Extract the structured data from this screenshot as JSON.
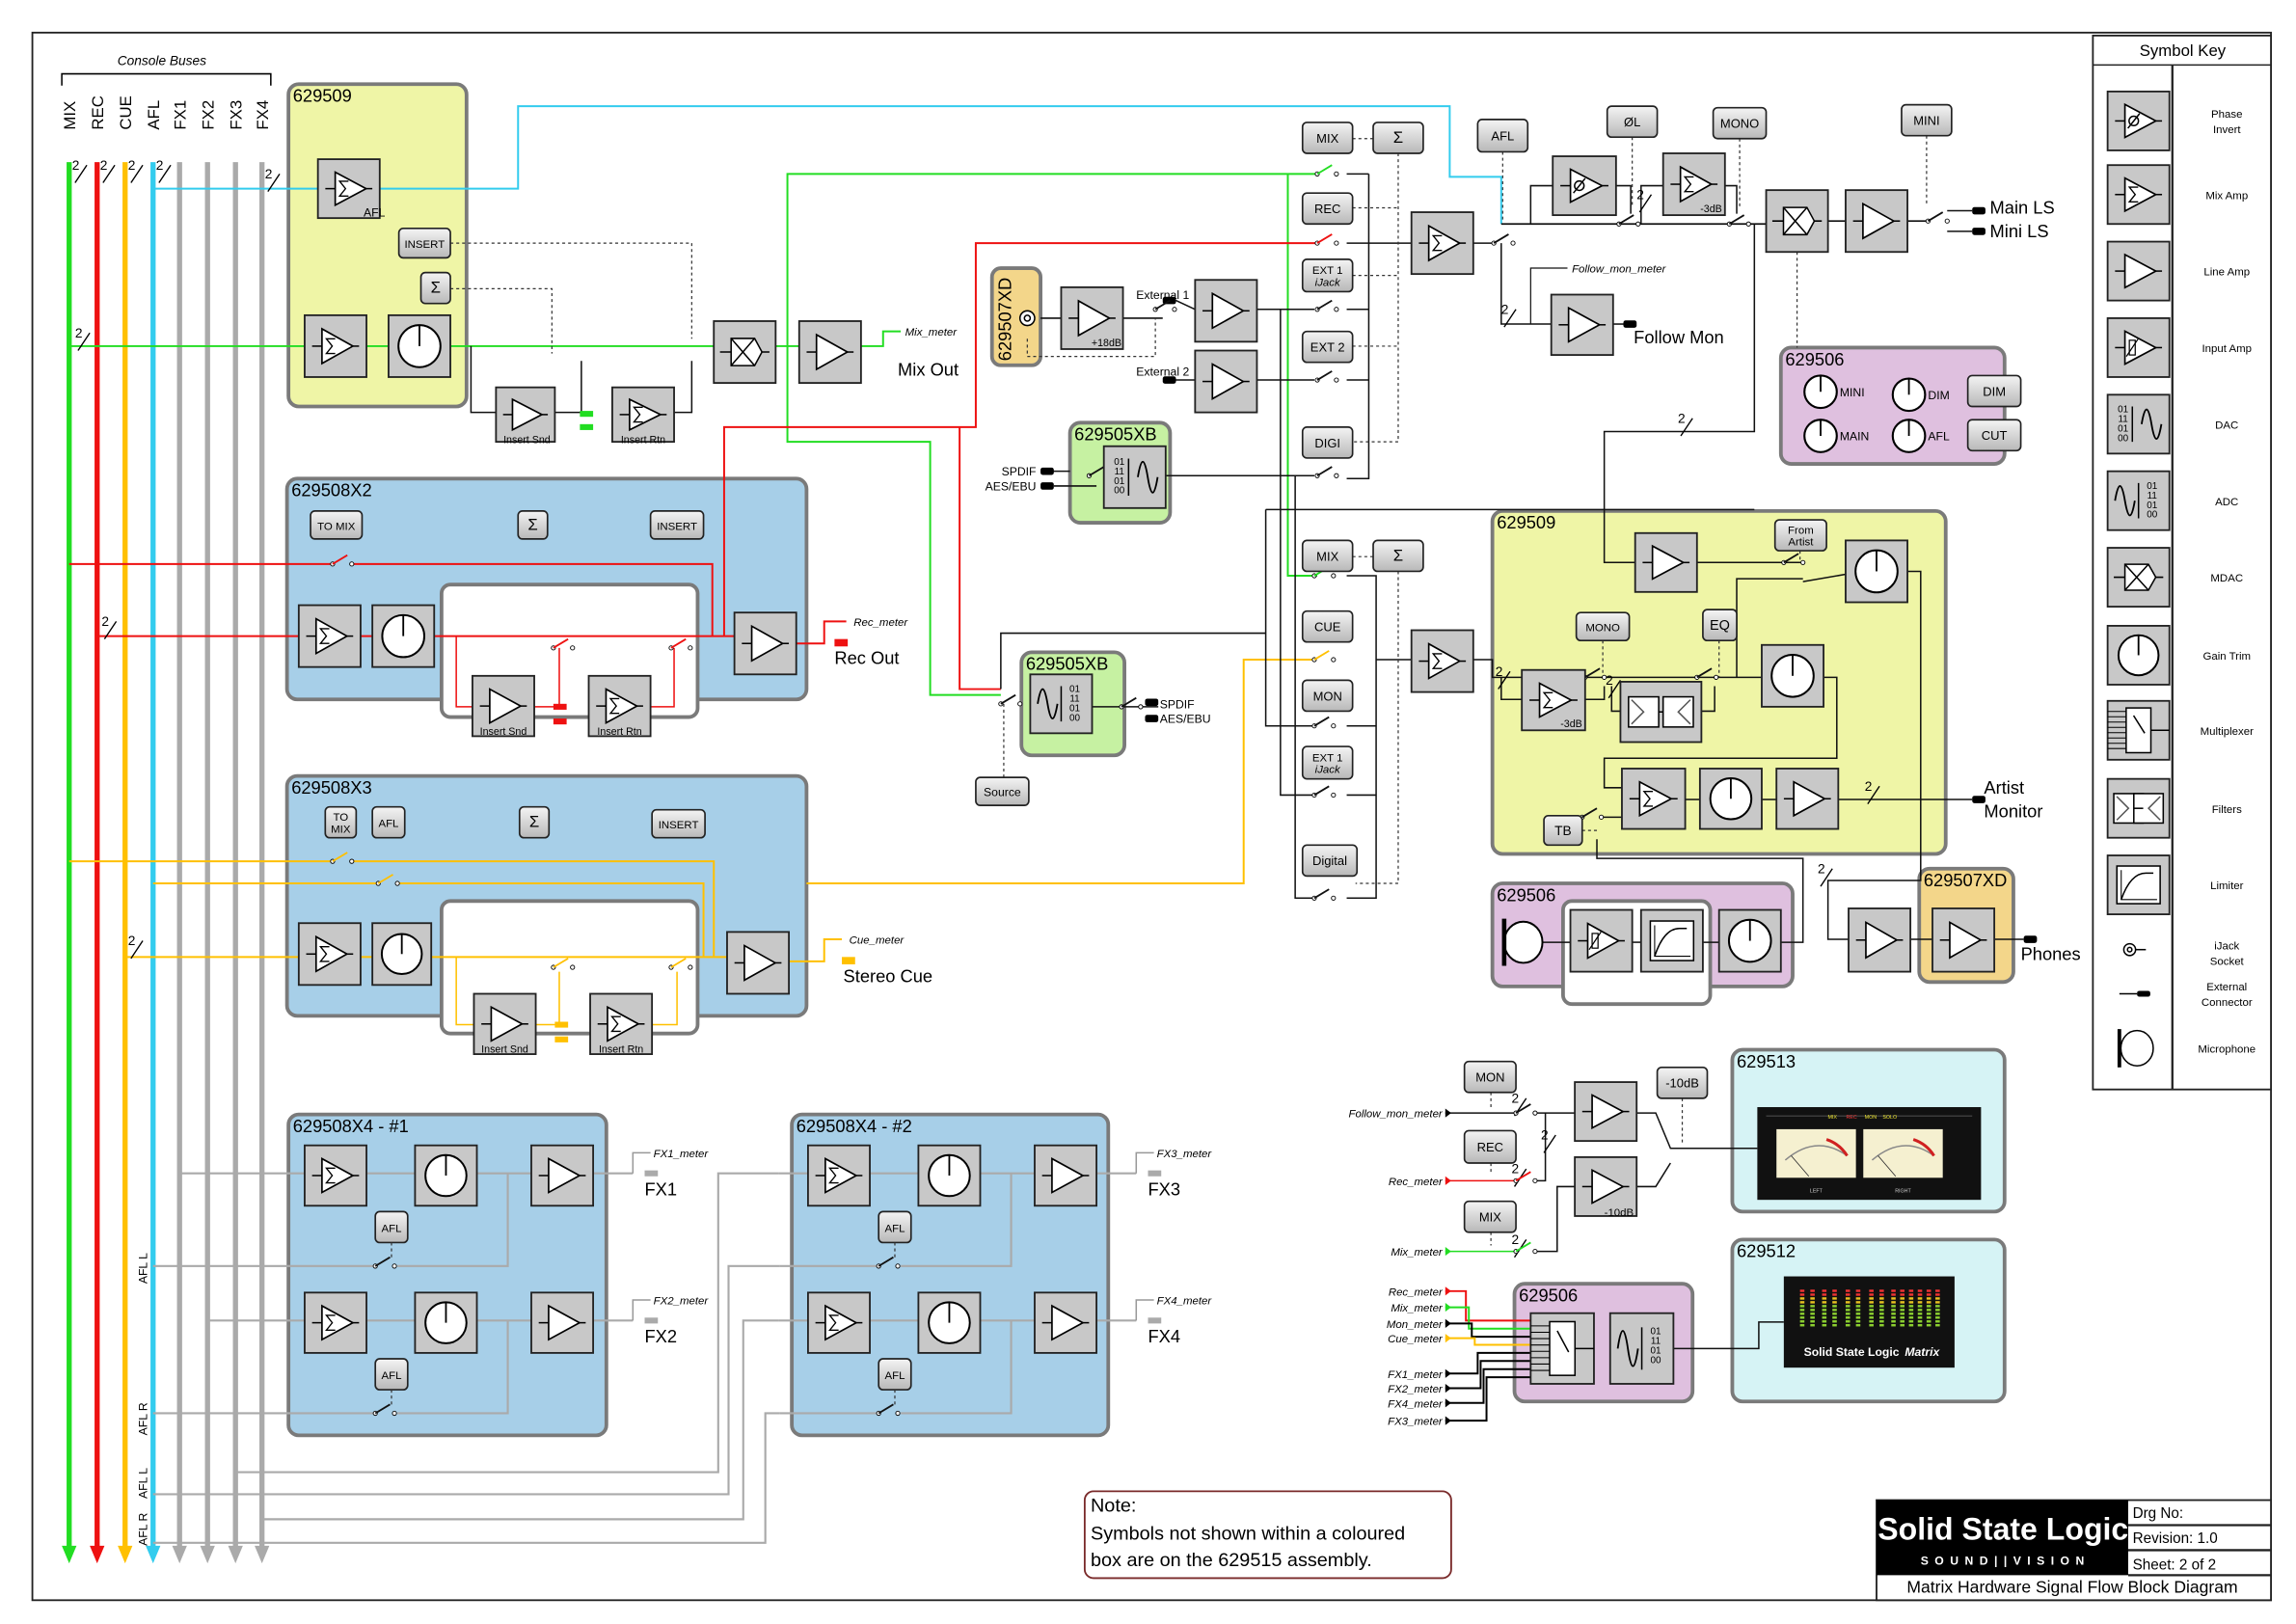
{
  "buses": {
    "heading": "Console Buses",
    "items": [
      {
        "label": "MIX",
        "color": "#22dd22"
      },
      {
        "label": "REC",
        "color": "#ee1111"
      },
      {
        "label": "CUE",
        "color": "#ffc000"
      },
      {
        "label": "AFL",
        "color": "#33ccee"
      },
      {
        "label": "FX1",
        "color": "#aaaaaa"
      },
      {
        "label": "FX2",
        "color": "#aaaaaa"
      },
      {
        "label": "FX3",
        "color": "#aaaaaa"
      },
      {
        "label": "FX4",
        "color": "#aaaaaa"
      }
    ],
    "afl_l": "AFL L",
    "afl_r": "AFL R"
  },
  "multi_channel_mark": "2",
  "modules": {
    "top_left_629509": "629509",
    "x2": "629508X2",
    "x3": "629508X3",
    "x4_1": "629508X4 - #1",
    "x4_2": "629508X4 - #2",
    "ext_629507xd": "629507XD",
    "dac_629505xb": "629505XB",
    "adc_629505xb": "629505XB",
    "mon_629506": "629506",
    "artist_629509": "629509",
    "talkback_629506": "629506",
    "phones_629507xd": "629507XD",
    "vu_629513": "629513",
    "bar_629512": "629512",
    "meter_629506": "629506"
  },
  "controls": {
    "insert_top": "INSERT",
    "sigma_top": "Σ",
    "x2_to_mix": "TO MIX",
    "x2_sigma": "Σ",
    "x2_insert": "INSERT",
    "x3_to": "TO",
    "x3_mix": "MIX",
    "x3_afl": "AFL",
    "x3_sigma": "Σ",
    "x3_insert": "INSERT",
    "x4a_afl1": "AFL",
    "x4a_afl2": "AFL",
    "x4b_afl1": "AFL",
    "x4b_afl2": "AFL",
    "mix_1": "MIX",
    "sigma_1": "Σ",
    "rec_1": "REC",
    "ext1_1": "EXT 1",
    "ijack_1": "iJack",
    "ext2_1": "EXT 2",
    "digi_1": "DIGI",
    "mix_2": "MIX",
    "sigma_2": "Σ",
    "cue_2": "CUE",
    "mon_2": "MON",
    "ext1_2": "EXT 1",
    "ijack_2": "iJack",
    "digital_2": "Digital",
    "afl_main": "AFL",
    "phase_l": "ØL",
    "mono_main": "MONO",
    "mini_main": "MINI",
    "source": "Source",
    "dim": "DIM",
    "cut": "CUT",
    "knob_mini": "MINI",
    "knob_dim": "DIM",
    "knob_main": "MAIN",
    "knob_afl": "AFL",
    "from": "From",
    "artist": "Artist",
    "mono_artist": "MONO",
    "eq": "EQ",
    "tb": "TB",
    "meter_mon": "MON",
    "meter_rec": "REC",
    "meter_mix": "MIX",
    "meter_minus10": "-10dB"
  },
  "block_labels": {
    "afl": "AFL",
    "insert_snd": "Insert Snd",
    "insert_rtn": "Insert Rtn",
    "plus18": "+18dB",
    "minus3": "-3dB",
    "minus3_b": "-3dB",
    "minus10": "-10dB"
  },
  "signals": {
    "mix_meter": "Mix_meter",
    "mix_out": "Mix Out",
    "rec_meter": "Rec_meter",
    "rec_out": "Rec Out",
    "cue_meter": "Cue_meter",
    "stereo_cue": "Stereo Cue",
    "fx1_meter": "FX1_meter",
    "fx1": "FX1",
    "fx2_meter": "FX2_meter",
    "fx2": "FX2",
    "fx3_meter": "FX3_meter",
    "fx3": "FX3",
    "fx4_meter": "FX4_meter",
    "fx4": "FX4",
    "external_1": "External 1",
    "external_2": "External 2",
    "spdif_in": "SPDIF",
    "aes_in": "AES/EBU",
    "spdif_out": "SPDIF",
    "aes_out": "AES/EBU",
    "follow_mon_meter": "Follow_mon_meter",
    "follow_mon": "Follow Mon",
    "main_ls": "Main LS",
    "mini_ls": "Mini LS",
    "artist_monitor_1": "Artist",
    "artist_monitor_2": "Monitor",
    "phones": "Phones"
  },
  "meter_section": {
    "follow_mon_meter": "Follow_mon_meter",
    "rec_meter": "Rec_meter",
    "mix_meter": "Mix_meter",
    "mux_inputs": [
      {
        "label": "Rec_meter",
        "color": "#ee1111"
      },
      {
        "label": "Mix_meter",
        "color": "#22dd22"
      },
      {
        "label": "Mon_meter",
        "color": "#000000"
      },
      {
        "label": "Cue_meter",
        "color": "#ffc000"
      },
      {
        "label": "FX1_meter",
        "color": "#000000"
      },
      {
        "label": "FX2_meter",
        "color": "#000000"
      },
      {
        "label": "FX4_meter",
        "color": "#000000"
      },
      {
        "label": "FX3_meter",
        "color": "#000000"
      }
    ],
    "vu": {
      "sources": [
        "MIX",
        "REC",
        "MON",
        "SOLO"
      ],
      "left": "LEFT",
      "right": "RIGHT"
    },
    "bar": {
      "brand": "Solid State Logic",
      "product": "Matrix"
    }
  },
  "symbols": {
    "bits": [
      "01",
      "11",
      "01",
      "00"
    ]
  },
  "symbol_key": {
    "heading": "Symbol Key",
    "items": [
      {
        "icon": "phase-invert",
        "lines": [
          "Phase",
          "Invert"
        ]
      },
      {
        "icon": "mix-amp",
        "lines": [
          "Mix Amp"
        ]
      },
      {
        "icon": "line-amp",
        "lines": [
          "Line Amp"
        ]
      },
      {
        "icon": "input-amp",
        "lines": [
          "Input Amp"
        ]
      },
      {
        "icon": "dac",
        "lines": [
          "DAC"
        ]
      },
      {
        "icon": "adc",
        "lines": [
          "ADC"
        ]
      },
      {
        "icon": "mdac",
        "lines": [
          "MDAC"
        ]
      },
      {
        "icon": "gain-trim",
        "lines": [
          "Gain Trim"
        ]
      },
      {
        "icon": "multiplexer",
        "lines": [
          "Multiplexer"
        ]
      },
      {
        "icon": "filters",
        "lines": [
          "Filters"
        ]
      },
      {
        "icon": "limiter",
        "lines": [
          "Limiter"
        ]
      },
      {
        "icon": "ijack-socket",
        "lines": [
          "iJack",
          "Socket"
        ]
      },
      {
        "icon": "external-connector",
        "lines": [
          "External",
          "Connector"
        ]
      },
      {
        "icon": "microphone",
        "lines": [
          "Microphone"
        ]
      }
    ]
  },
  "note": {
    "heading": "Note:",
    "line1": "Symbols not shown within a coloured",
    "line2": "box are on the 629515 assembly."
  },
  "title_block": {
    "company": "Solid State Logic",
    "tagline": "S O U N D   | |   V I S I O N",
    "drg_no": "Drg No:",
    "revision": "Revision: 1.0",
    "sheet": "Sheet: 2 of 2",
    "title": "Matrix Hardware Signal Flow Block Diagram"
  },
  "colors": {
    "yellow_module": "#eff5a6",
    "blue_module": "#a7cfe8",
    "purple_module": "#dfc0df",
    "orange_module": "#f3d68a",
    "green_module": "#c6f1a2",
    "cyan_module": "#d6f3f5",
    "block": "#c8c8c8"
  }
}
